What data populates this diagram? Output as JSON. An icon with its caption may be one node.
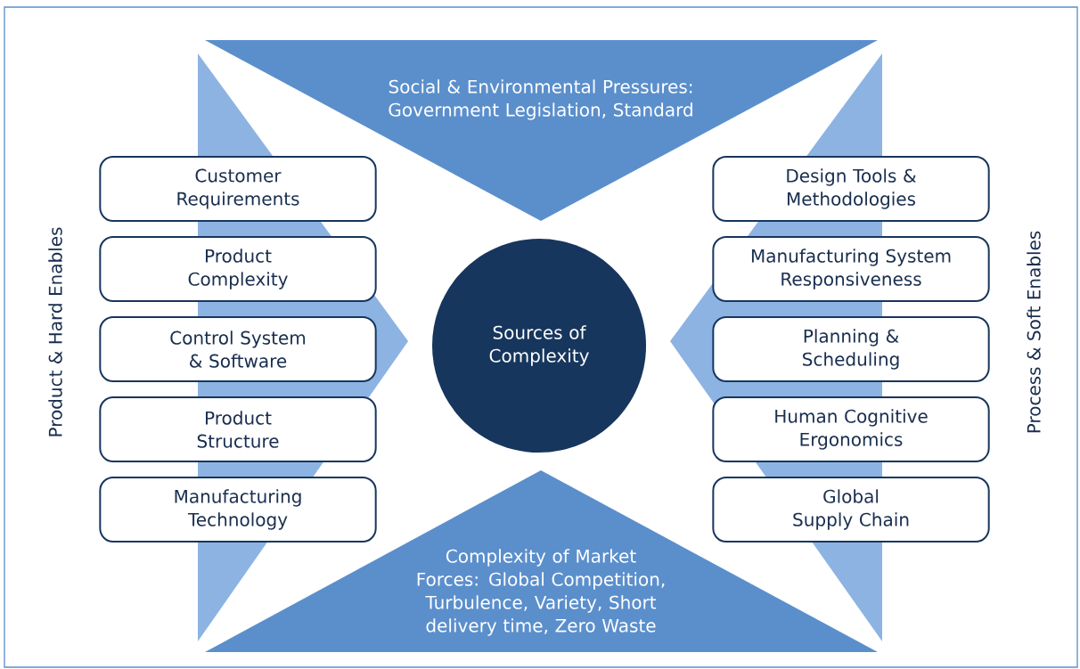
{
  "diagram": {
    "nodes": [
      {
        "text": [
          "Social & Environmental Pressures: Government Legislation, Standard"
        ]
      },
      {
        "text": [],
        "shape": "triangle"
      },
      {
        "text": [
          "Customer Requirements"
        ]
      },
      {
        "text": [
          "Product Complexity"
        ]
      },
      {
        "text": [
          "Control System & Software"
        ]
      },
      {
        "text": [
          "Product Structure"
        ]
      },
      {
        "text": [
          "Manufacturing Technology"
        ]
      },
      {
        "text": [
          "Sources of Complexity"
        ]
      },
      {
        "text": [],
        "shape": "triangle"
      },
      {
        "text": [
          "Design Tools & Methodologies"
        ]
      },
      {
        "text": [
          "Manufacturing System Responsiveness"
        ]
      },
      {
        "text": [
          "Planning & Scheduling"
        ]
      },
      {
        "text": [
          "Human Cognitive Ergonomics"
        ]
      },
      {
        "text": [
          "Global Supply Chain"
        ]
      },
      {
        "text": [
          "Complexity of Market Forces: Global Competition, Turbulence, Variety, Short delivery time, Zero Waste"
        ]
      }
    ],
    "labels": [
      "Product & Hard Enables",
      "Process & Soft Enables"
    ]
  }
}
